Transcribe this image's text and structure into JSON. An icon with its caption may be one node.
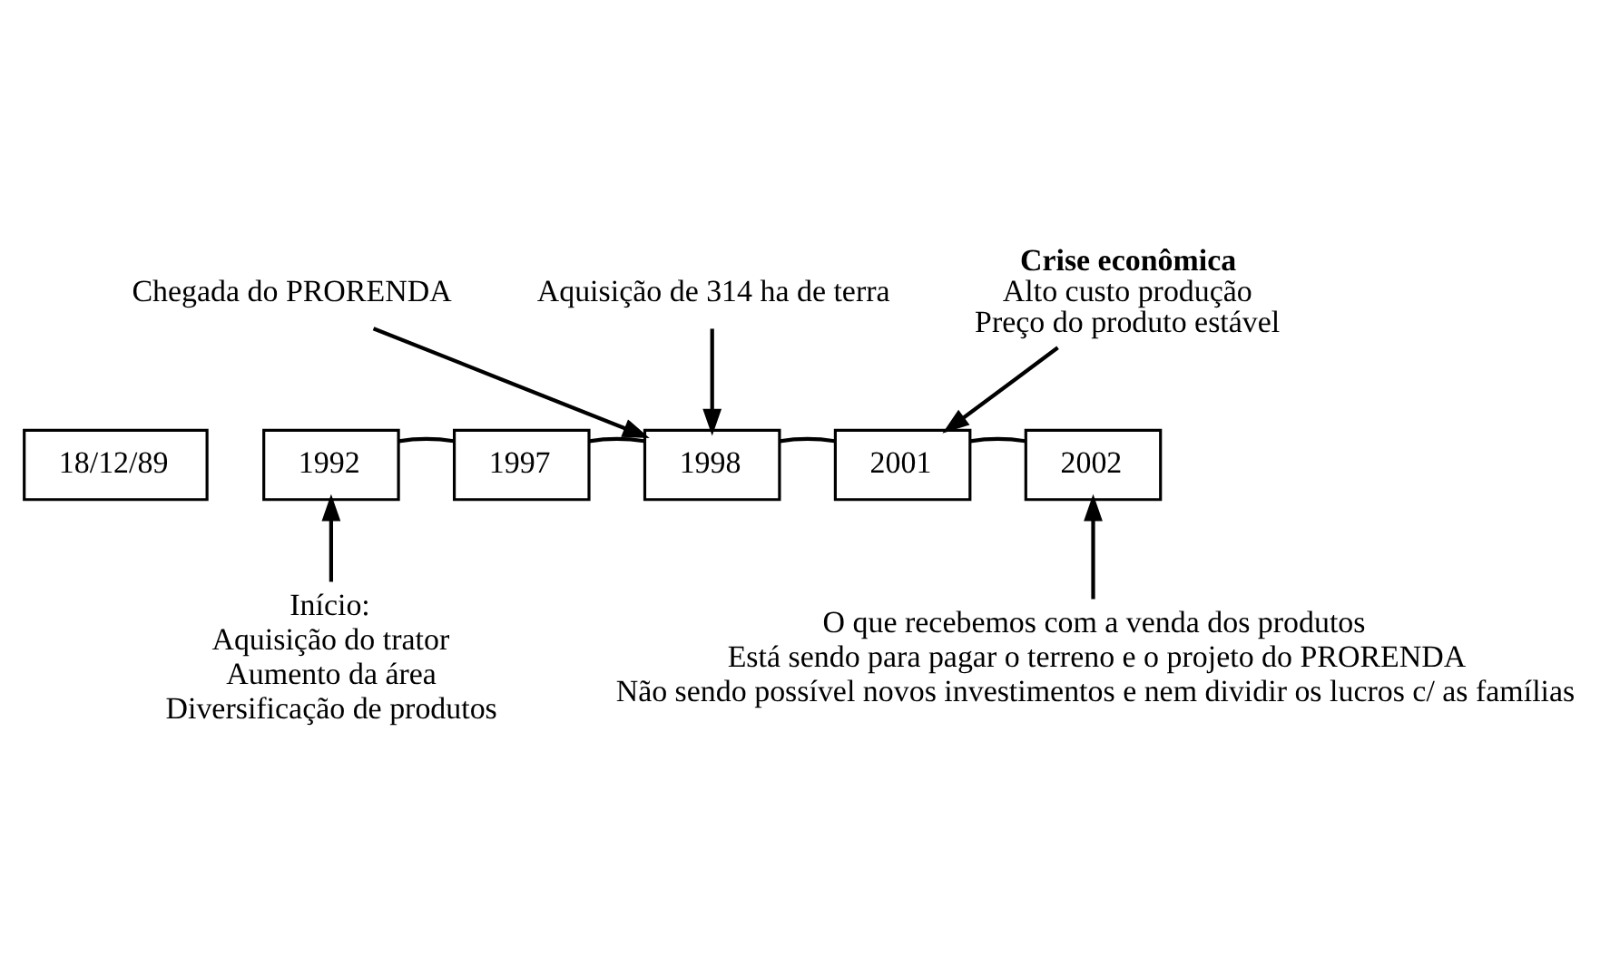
{
  "diagram": {
    "nodes": [
      {
        "text": [
          "18/12/89"
        ]
      },
      {
        "text": [
          "1992"
        ]
      },
      {
        "text": [
          "1997"
        ]
      },
      {
        "text": [
          "1998"
        ]
      },
      {
        "text": [
          "2001"
        ]
      },
      {
        "text": [
          "2002"
        ]
      },
      {
        "text": [
          "Início:",
          "Aquisição do trator",
          "Aumento da área",
          "Diversificação de produtos"
        ]
      },
      {
        "text": [
          "Chegada do PRORENDA"
        ]
      },
      {
        "text": [
          "Aquisição de 314 ha de terra"
        ]
      },
      {
        "text": [
          "Crise econômica",
          "Alto custo produção",
          "Preço do produto estável"
        ]
      },
      {
        "text": [
          "O que recebemos com a venda dos produtos",
          "Está sendo para pagar o terreno e o projeto do PRORENDA",
          "Não sendo possível novos investimentos e nem dividir os lucros c/ as famílias"
        ]
      }
    ],
    "edges": [
      {
        "from": 1,
        "to": 2,
        "arrow": "none"
      },
      {
        "from": 2,
        "to": 3,
        "arrow": "none"
      },
      {
        "from": 3,
        "to": 4,
        "arrow": "none"
      },
      {
        "from": 4,
        "to": 5,
        "arrow": "none"
      },
      {
        "from": 6,
        "to": 1,
        "arrow": "to"
      },
      {
        "from": 7,
        "to": 3,
        "arrow": "to"
      },
      {
        "from": 8,
        "to": 3,
        "arrow": "to"
      },
      {
        "from": 9,
        "to": 4,
        "arrow": "to"
      },
      {
        "from": 10,
        "to": 5,
        "arrow": "to"
      }
    ]
  }
}
